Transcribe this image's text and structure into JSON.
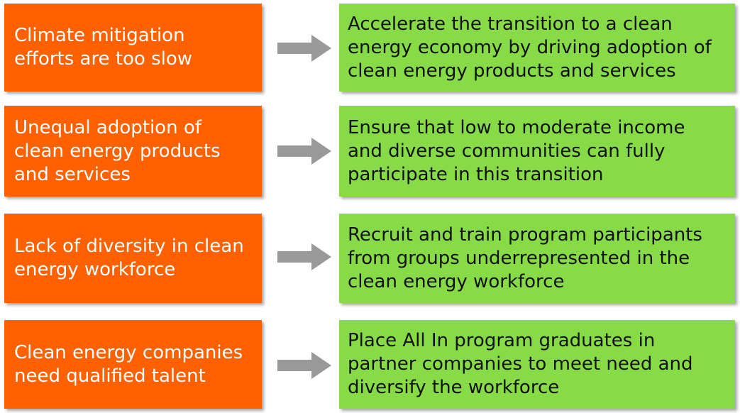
{
  "rows": [
    {
      "problem": "Climate mitigation\nefforts are too slow",
      "solution": "Accelerate the transition to a clean\nenergy economy by driving adoption of\nclean energy products and services"
    },
    {
      "problem": "Unequal adoption of\nclean energy products\nand services",
      "solution": "Ensure that low to moderate income\nand diverse communities can fully\nparticipate in this transition"
    },
    {
      "problem": "Lack of diversity in clean\nenergy workforce",
      "solution": "Recruit and train program participants\nfrom groups underrepresented in the\nclean energy workforce"
    },
    {
      "problem": "Clean energy companies\nneed qualified talent",
      "solution": "Place All In program graduates in\npartner companies to meet need and\ndiversify the workforce"
    }
  ],
  "colors": {
    "problem_box": "#ff6000",
    "solution_box": "#86db47",
    "arrow": "#999999"
  }
}
